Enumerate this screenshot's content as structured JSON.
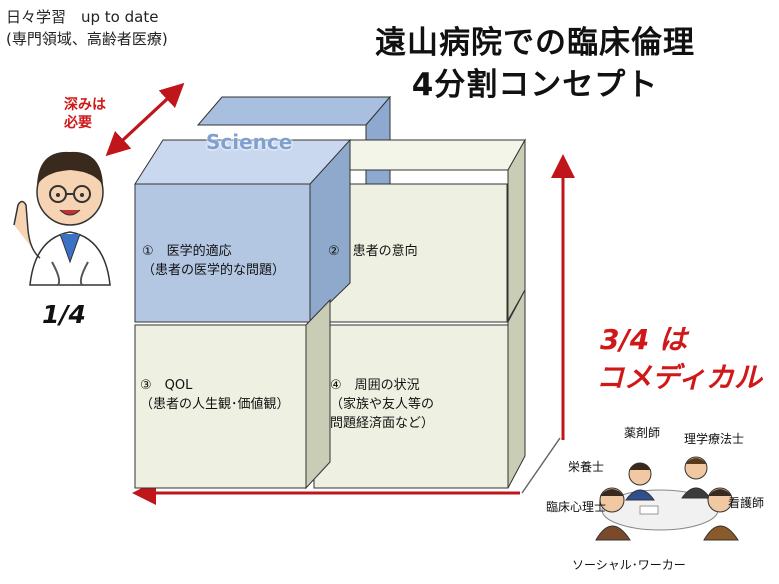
{
  "header": {
    "line1": "日々学習　up to date",
    "line2": "(専門領域、高齢者医療)"
  },
  "title": {
    "line1": "遠山病院での臨床倫理",
    "line2": "4分割コンセプト"
  },
  "depth_note": {
    "line1": "深みは",
    "line2": "必要"
  },
  "quarter_label": "1/4",
  "science_label": "Science",
  "quadrants": [
    {
      "line1": "①　医学的適応",
      "line2": "（患者の医学的な問題）"
    },
    {
      "line1": "②　患者の意向",
      "line2": ""
    },
    {
      "line1": "③　QOL",
      "line2": "（患者の人生観･価値観）"
    },
    {
      "line1": "④　周囲の状況",
      "line2": "（家族や友人等の",
      "line3": "問題経済面など）"
    }
  ],
  "comedical": {
    "line1": "3/4 は",
    "line2": "コメディカル"
  },
  "roles": {
    "pharmacist": "薬剤師",
    "physio": "理学療法士",
    "nutritionist": "栄養士",
    "nurse": "看護師",
    "psychologist": "臨床心理士",
    "social_worker": "ソーシャル･ワーカー"
  },
  "colors": {
    "science_cube": "#b3c7e3",
    "other_cube": "#eef1e1",
    "arrow_red": "#c0161b",
    "comedical_text": "#d01818"
  }
}
